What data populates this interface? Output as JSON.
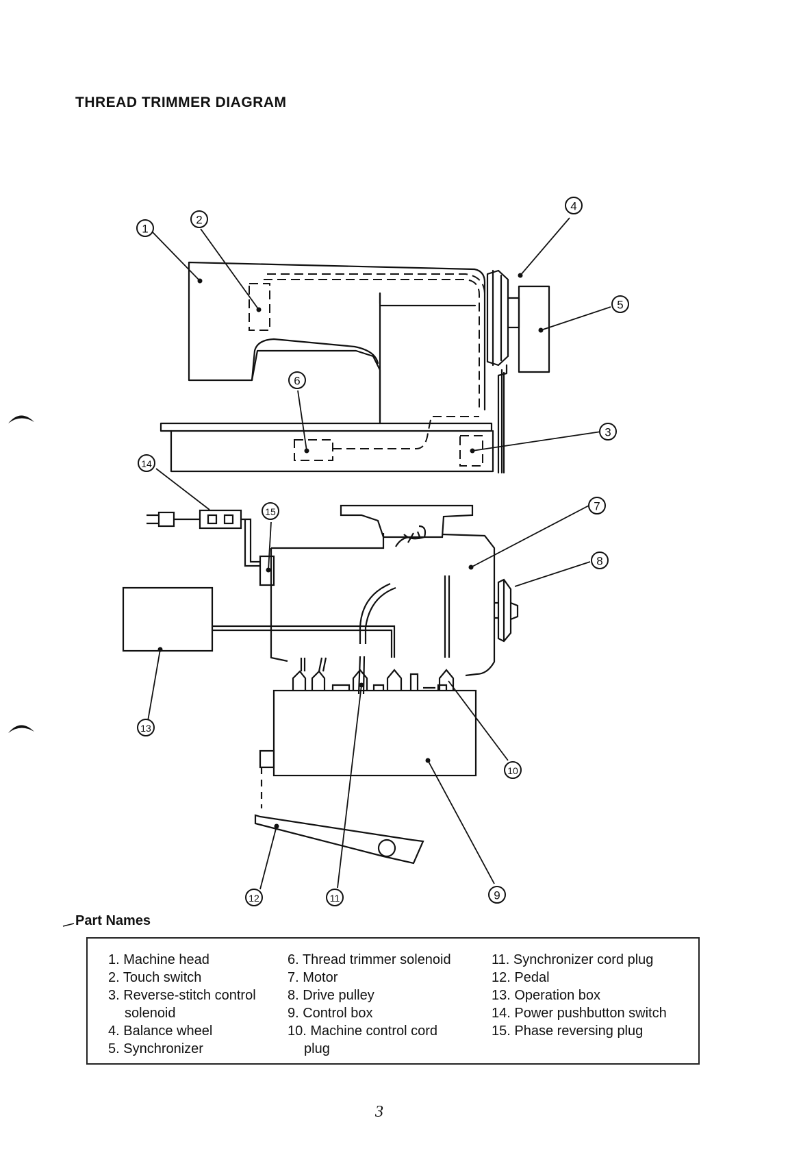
{
  "title": "THREAD TRIMMER DIAGRAM",
  "callouts": [
    "1",
    "2",
    "3",
    "4",
    "5",
    "6",
    "7",
    "8",
    "9",
    "10",
    "11",
    "12",
    "13",
    "14",
    "15"
  ],
  "part_names_heading": "Part Names",
  "parts": {
    "col1": [
      {
        "text": "1. Machine head"
      },
      {
        "text": "2. Touch switch"
      },
      {
        "text": "3. Reverse-stitch control"
      },
      {
        "text": "solenoid",
        "cont": true
      },
      {
        "text": "4. Balance wheel"
      },
      {
        "text": "5. Synchronizer"
      }
    ],
    "col2": [
      {
        "text": "6. Thread trimmer solenoid"
      },
      {
        "text": "7. Motor"
      },
      {
        "text": "8. Drive pulley"
      },
      {
        "text": "9. Control box"
      },
      {
        "text": "10. Machine control cord"
      },
      {
        "text": "plug",
        "cont": true
      }
    ],
    "col3": [
      {
        "text": "11. Synchronizer cord plug"
      },
      {
        "text": "12. Pedal"
      },
      {
        "text": "13. Operation box"
      },
      {
        "text": "14. Power pushbutton switch"
      },
      {
        "text": "15. Phase reversing plug"
      }
    ]
  },
  "page_number": "3"
}
